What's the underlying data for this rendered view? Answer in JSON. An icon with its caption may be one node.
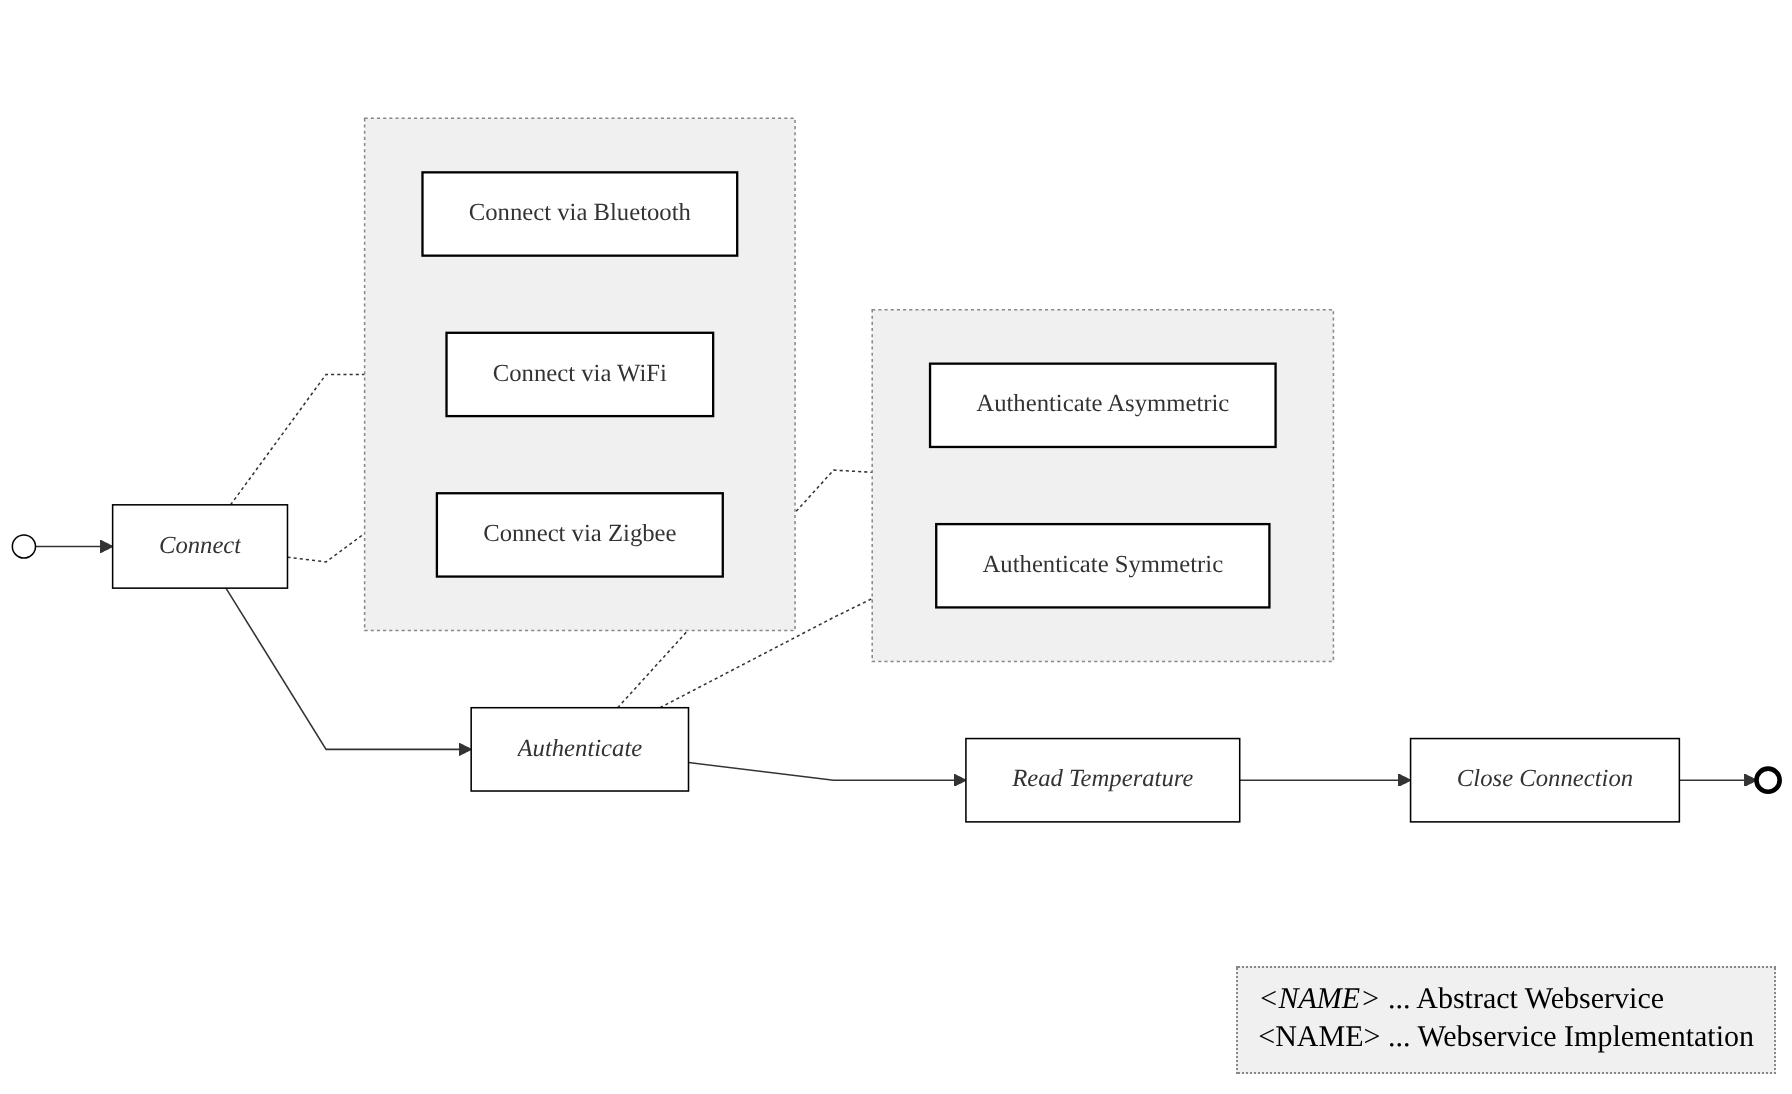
{
  "diagram": {
    "nodes": [
      {
        "text": [],
        "shape": "circle"
      },
      {
        "text": [
          "Connect"
        ]
      },
      {
        "text": [
          "Authenticate"
        ]
      },
      {
        "text": [
          "Read Temperature"
        ]
      },
      {
        "text": [
          "Close Connection"
        ]
      },
      {
        "text": [],
        "shape": "circle"
      },
      {
        "text": [],
        "shape": "box"
      },
      {
        "text": [
          "Connect via Bluetooth"
        ],
        "in": 6
      },
      {
        "text": [
          "Connect via WiFi"
        ],
        "in": 6
      },
      {
        "text": [
          "Connect via Zigbee"
        ],
        "in": 6
      },
      {
        "text": [],
        "shape": "box"
      },
      {
        "text": [
          "Authenticate Asymmetric"
        ],
        "in": 10
      },
      {
        "text": [
          "Authenticate Symmetric"
        ],
        "in": 10
      }
    ],
    "edges": [
      {
        "from": 0,
        "to": 1,
        "arrow": "to"
      },
      {
        "from": 1,
        "to": 2,
        "arrow": "to"
      },
      {
        "from": 2,
        "to": 3,
        "arrow": "to"
      },
      {
        "from": 3,
        "to": 4,
        "arrow": "to"
      },
      {
        "from": 4,
        "to": 5,
        "arrow": "to"
      },
      {
        "from": 1,
        "to": 6,
        "arrow": "none",
        "style": "dashed"
      },
      {
        "from": 1,
        "to": 6,
        "arrow": "none",
        "style": "dashed"
      },
      {
        "from": 2,
        "to": 10,
        "arrow": "none",
        "style": "dashed"
      },
      {
        "from": 2,
        "to": 10,
        "arrow": "none",
        "style": "dashed"
      }
    ],
    "legend": [
      {
        "text": "*<NAME>* ... Abstract Webservice"
      },
      {
        "text": "<NAME> ... Webservice Implementation"
      }
    ]
  }
}
